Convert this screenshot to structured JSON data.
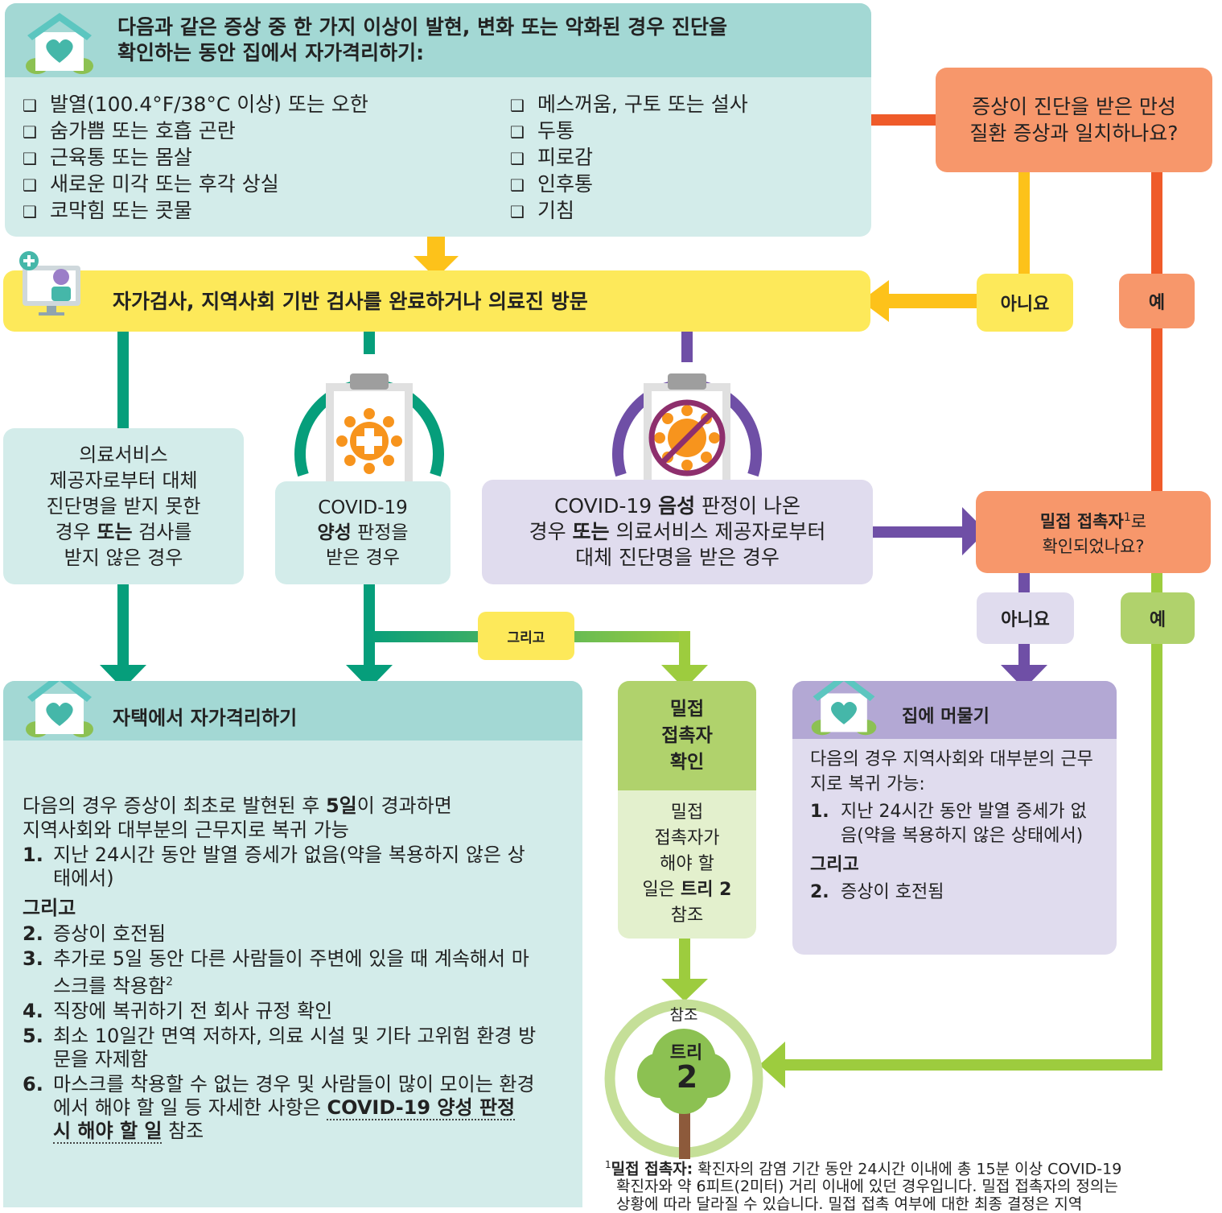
{
  "colors": {
    "teal_header": "#a3d8d4",
    "teal_body": "#d3ecea",
    "yellow": "#fde95a",
    "orange_box": "#f7976b",
    "orange_line": "#ef5b2a",
    "purple_header": "#b3a8d4",
    "purple_body": "#e0dcee",
    "purple_line": "#6f4fa6",
    "green_line": "#069e7b",
    "lime": "#b0d26c",
    "lime_light": "#e3f0cd",
    "arrow_yellow": "#fdc21a"
  },
  "top_box": {
    "title_line1": "다음과 같은 증상 중 한 가지 이상이 발현, 변화 또는 악화된 경우 진단을",
    "title_line2": "확인하는 동안 집에서 자가격리하기:",
    "symptoms_left": [
      "발열(100.4°F/38°C 이상) 또는 오한",
      "숨가쁨 또는 호흡 곤란",
      "근육통 또는 몸살",
      "새로운 미각 또는 후각 상실",
      "코막힘 또는 콧물"
    ],
    "symptoms_right": [
      "메스꺼움, 구토 또는 설사",
      "두통",
      "피로감",
      "인후통",
      "기침"
    ]
  },
  "chronic_box": {
    "line1": "증상이 진단을 받은 만성",
    "line2": "질환 증상과 일치하나요?"
  },
  "test_box": {
    "title": "자가검사, 지역사회 기반 검사를 완료하거나 의료진 방문"
  },
  "labels": {
    "no": "아니요",
    "yes": "예",
    "and": "그리고"
  },
  "no_test_box": {
    "lines": [
      "의료서비스",
      "제공자로부터 대체",
      "진단명을 받지 못한"
    ],
    "line4a": "경우 ",
    "line4b": "또는",
    "line4c": " 검사를",
    "line5": "받지 않은 경우"
  },
  "positive_box": {
    "line1": "COVID-19",
    "line2a": "양성",
    "line2b": " 판정을",
    "line3": "받은 경우"
  },
  "negative_box": {
    "line1a": "COVID-19 ",
    "line1b": "음성",
    "line1c": " 판정이 나온",
    "line2a": "경우 ",
    "line2b": "또는",
    "line2c": " 의료서비스 제공자로부터",
    "line3": "대체 진단명을 받은 경우"
  },
  "close_contact_question": {
    "line1a": "밀접 접촉자",
    "line1sup": "1",
    "line1b": "로",
    "line2": "확인되었나요?"
  },
  "isolate_home": {
    "title": "자택에서 자가격리하기",
    "intro1a": "다음의 경우 증상이 최초로 발현된 후 ",
    "intro1b": "5일",
    "intro1c": "이 경과하면",
    "intro2": "지역사회와 대부분의 근무지로 복귀 가능",
    "step1_num": "1.",
    "step1": "지난 24시간 동안 발열 증세가 없음(약을 복용하지 않은 상태에서)",
    "and": "그리고",
    "step2_num": "2.",
    "step2": "증상이 호전됨",
    "step3_num": "3.",
    "step3": "추가로 5일 동안 다른 사람들이 주변에 있을 때 계속해서 마스크를 착용함",
    "step3_sup": "2",
    "step4_num": "4.",
    "step4": "직장에 복귀하기 전 회사 규정 확인",
    "step5_num": "5.",
    "step5": "최소 10일간 면역 저하자, 의료 시설 및 기타 고위험 환경 방문을 자제함",
    "step6_num": "6.",
    "step6": "마스크를 착용할 수 없는 경우 및 사람들이 많이 모이는 환경에서 해야 할 일 등 자세한 사항은",
    "step6_link": "COVID-19 양성 판정 시 해야 할 일",
    "step6_end": " 참조"
  },
  "contact_check": {
    "title_lines": [
      "밀접",
      "접촉자",
      "확인"
    ],
    "body_lines": [
      "밀접",
      "접촉자가",
      "해야 할"
    ],
    "body_line4a": "일은 ",
    "body_line4b": "트리 2",
    "body_line5": "참조"
  },
  "stay_home": {
    "title": "집에 머물기",
    "intro": "다음의 경우 지역사회와 대부분의 근무지로 복귀 가능:",
    "step1_num": "1.",
    "step1": "지난 24시간 동안 발열 증세가 없음(약을 복용하지 않은 상태에서)",
    "and": "그리고",
    "step2_num": "2.",
    "step2": "증상이 호전됨"
  },
  "tree": {
    "see": "참조",
    "label": "트리",
    "number": "2"
  },
  "footnote": {
    "sup": "1",
    "term": "밀접 접촉자:",
    "text1": " 확진자의 감염 기간 동안 24시간 이내에 총 15분 이상 COVID-19",
    "text2": "확진자와 약 6피트(2미터) 거리 이내에 있던 경우입니다. 밀접 접촉자의 정의는",
    "text3": "상황에 따라 달라질 수 있습니다. 밀접 접촉 여부에 대한 최종 결정은 지역"
  }
}
